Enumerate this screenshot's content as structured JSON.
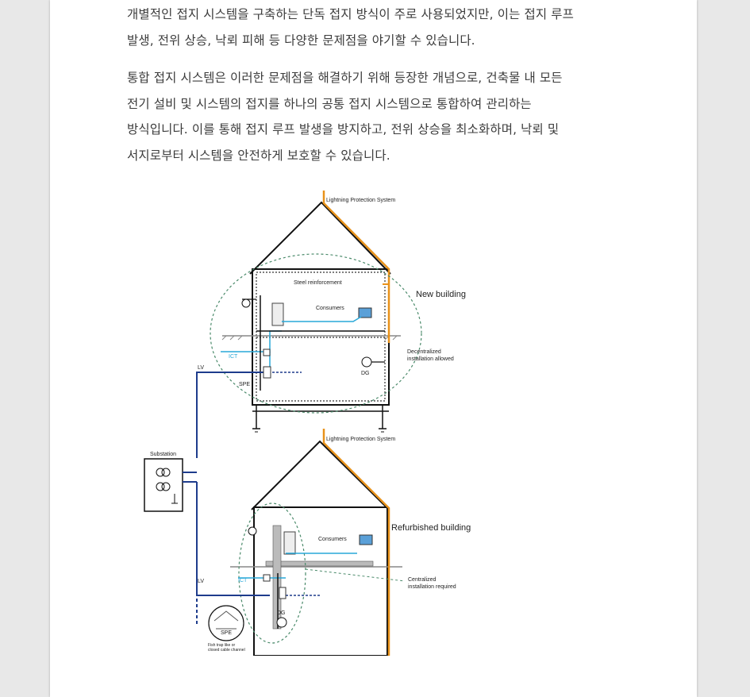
{
  "paragraphs": {
    "p1": [
      "개별적인 접지 시스템을 구축하는 단독 접지 방식이 주로 사용되었지만, 이는 접지 루프",
      "발생, 전위 상승, 낙뢰 피해 등 다양한 문제점을 야기할 수 있습니다."
    ],
    "p2": [
      "통합 접지 시스템은 이러한 문제점을 해결하기 위해 등장한 개념으로, 건축물 내 모든",
      "전기 설비 및 시스템의 접지를 하나의 공통 접지 시스템으로 통합하여 관리하는",
      "방식입니다. 이를 통해 접지 루프 발생을 방지하고, 전위 상승을 최소화하며, 낙뢰 및",
      "서지로부터 시스템을 안전하게 보호할 수 있습니다."
    ]
  },
  "figure": {
    "lps_top": "Lightning Protection System",
    "steel": "Steel reinforcement",
    "consumers_top": "Consumers",
    "new_building": "New building",
    "ict_top": "ICT",
    "lv_top": "LV",
    "spe_top": "SPE",
    "dg_top": "DG",
    "decentral_1": "Decentralized",
    "decentral_2": "installation allowed",
    "lps_bottom": "Lightning Protection System",
    "substation": "Substation",
    "consumers_bottom": "Consumers",
    "refurbished": "Refurbished building",
    "ict_bottom": "ICT",
    "lv_bottom": "LV",
    "dg_bottom": "DG",
    "central_1": "Centralized",
    "central_2": "installation required",
    "spe_bottom": "SPE",
    "fish_1": "Fish trap like or",
    "fish_2": "closed cable channel"
  },
  "colors": {
    "lps": "#e8921a",
    "ict": "#29a8d8",
    "lv": "#1e3c8c",
    "zone": "#4a8a6a"
  }
}
